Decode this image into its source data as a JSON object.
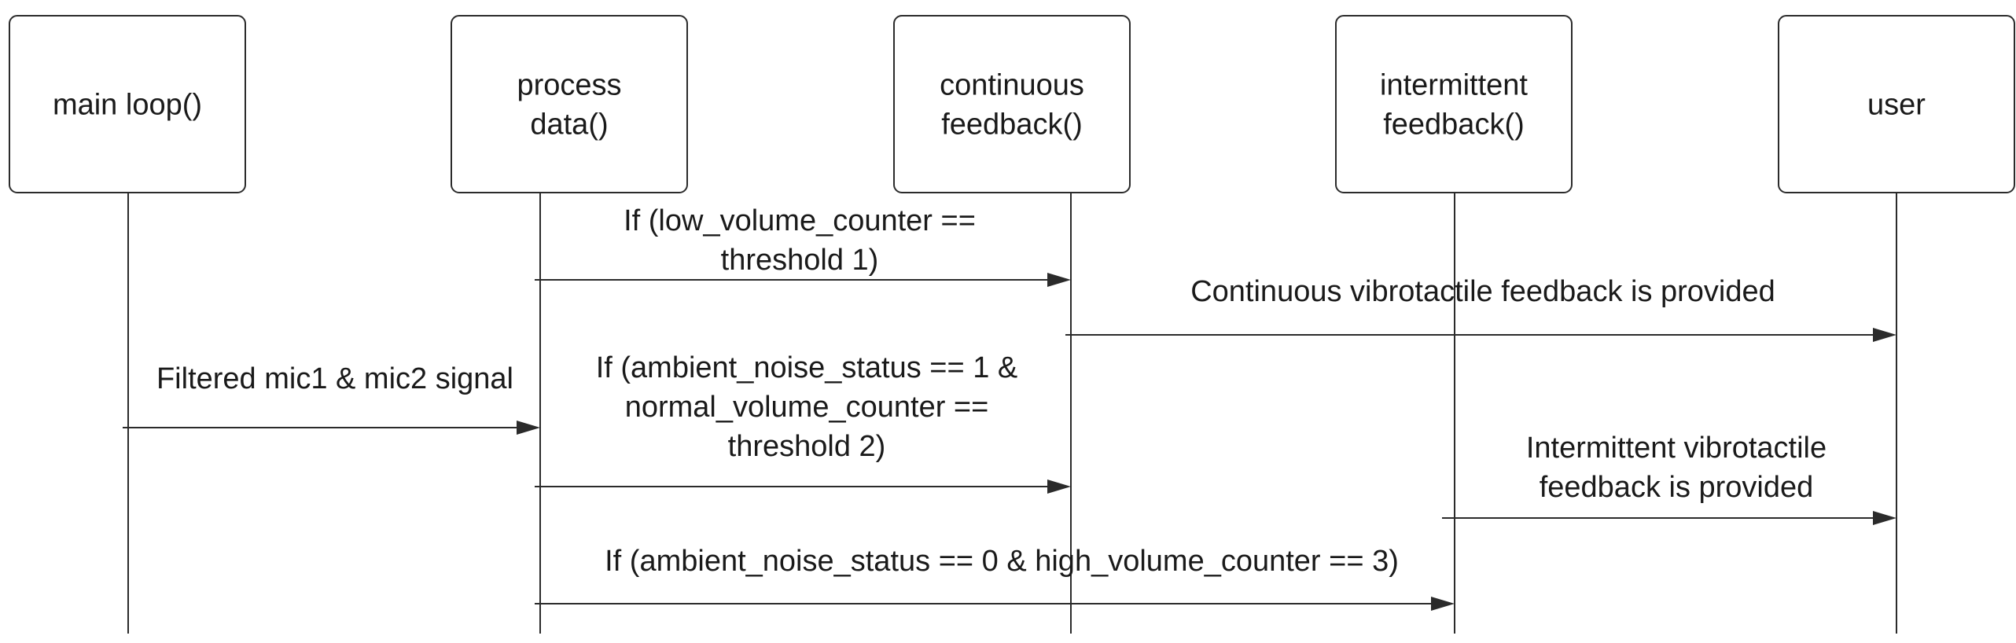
{
  "participants": [
    {
      "id": "main",
      "lines": [
        "main loop()"
      ]
    },
    {
      "id": "process",
      "lines": [
        "process",
        "data()"
      ]
    },
    {
      "id": "continuous",
      "lines": [
        "continuous",
        "feedback()"
      ]
    },
    {
      "id": "intermittent",
      "lines": [
        "intermittent",
        "feedback()"
      ]
    },
    {
      "id": "user",
      "lines": [
        "user"
      ]
    }
  ],
  "messages": [
    {
      "id": "low-volume-threshold",
      "from": "process",
      "to": "continuous",
      "lines": [
        "If (low_volume_counter ==",
        "threshold 1)"
      ]
    },
    {
      "id": "continuous-feedback-provided",
      "from": "continuous",
      "to": "user",
      "lines": [
        "Continuous vibrotactile feedback is provided"
      ]
    },
    {
      "id": "filtered-mic-signal",
      "from": "main",
      "to": "process",
      "lines": [
        "Filtered mic1 & mic2 signal"
      ]
    },
    {
      "id": "ambient-noise-normal-volume",
      "from": "process",
      "to": "continuous",
      "lines": [
        "If (ambient_noise_status == 1 &",
        "normal_volume_counter ==",
        "threshold 2)"
      ]
    },
    {
      "id": "intermittent-feedback-provided",
      "from": "intermittent",
      "to": "user",
      "lines": [
        "Intermittent vibrotactile",
        "feedback is provided"
      ]
    },
    {
      "id": "ambient-noise-high-volume",
      "from": "process",
      "to": "intermittent",
      "lines": [
        "If (ambient_noise_status == 0 & high_volume_counter == 3)"
      ]
    }
  ]
}
